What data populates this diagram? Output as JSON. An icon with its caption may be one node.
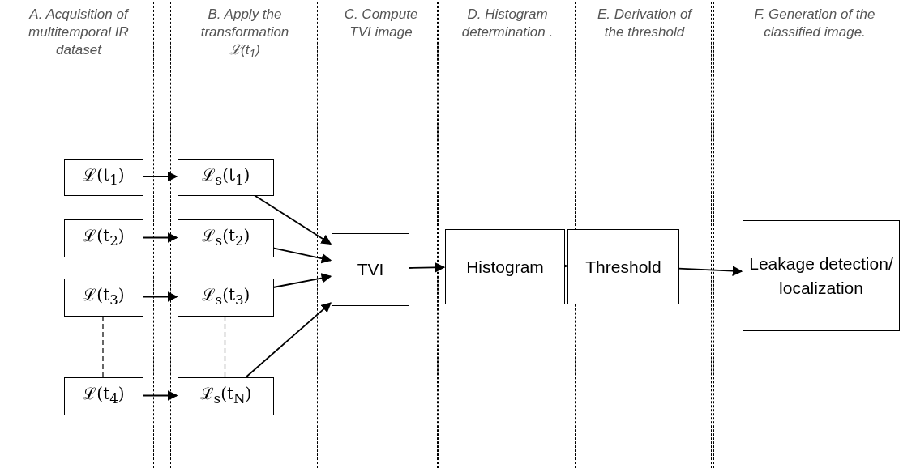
{
  "diagram": {
    "nodes": [
      {
        "text": [
          "A. Acquisition of multitemporal IR dataset"
        ]
      },
      {
        "text": [
          "ℒ(t$_{1}$)"
        ],
        "in": 0
      },
      {
        "text": [
          "ℒ(t$_{2}$)"
        ],
        "in": 0
      },
      {
        "text": [
          "ℒ(t$_{3}$)"
        ],
        "in": 0
      },
      {
        "text": [
          "ℒ(t$_{4}$)"
        ],
        "in": 0
      },
      {
        "text": [
          "B. Apply the transformation ℒ(t$_{1}$)"
        ]
      },
      {
        "text": [
          "ℒ$_{s}$(t$_{1}$)"
        ],
        "in": 5
      },
      {
        "text": [
          "ℒ$_{s}$(t$_{2}$)"
        ],
        "in": 5
      },
      {
        "text": [
          "ℒ$_{s}$(t$_{3}$)"
        ],
        "in": 5
      },
      {
        "text": [
          "ℒ$_{s}$(t$_{N}$)"
        ],
        "in": 5
      },
      {
        "text": [
          "C. Compute TVI image"
        ]
      },
      {
        "text": [
          "TVI"
        ],
        "in": 10
      },
      {
        "text": [
          "D. Histogram determination ."
        ]
      },
      {
        "text": [
          "Histogram"
        ],
        "in": 12
      },
      {
        "text": [
          "E. Derivation of the threshold"
        ]
      },
      {
        "text": [
          "Threshold"
        ],
        "in": 14
      },
      {
        "text": [
          "F. Generation of the classified image."
        ]
      },
      {
        "text": [
          "Leakage detection/ localization"
        ],
        "in": 16
      }
    ],
    "edges": [
      {
        "from": 1,
        "to": 6,
        "arrow": "to"
      },
      {
        "from": 2,
        "to": 7,
        "arrow": "to"
      },
      {
        "from": 3,
        "to": 8,
        "arrow": "to"
      },
      {
        "from": 4,
        "to": 9,
        "arrow": "to"
      },
      {
        "from": 3,
        "to": 4,
        "arrow": "none",
        "style": "dashed"
      },
      {
        "from": 8,
        "to": 9,
        "arrow": "none",
        "style": "dashed"
      },
      {
        "from": 6,
        "to": 11,
        "arrow": "to"
      },
      {
        "from": 7,
        "to": 11,
        "arrow": "to"
      },
      {
        "from": 8,
        "to": 11,
        "arrow": "to"
      },
      {
        "from": 9,
        "to": 11,
        "arrow": "to"
      },
      {
        "from": 11,
        "to": 13,
        "arrow": "to"
      },
      {
        "from": 13,
        "to": 15,
        "arrow": "to"
      },
      {
        "from": 15,
        "to": 17,
        "arrow": "to"
      }
    ]
  }
}
